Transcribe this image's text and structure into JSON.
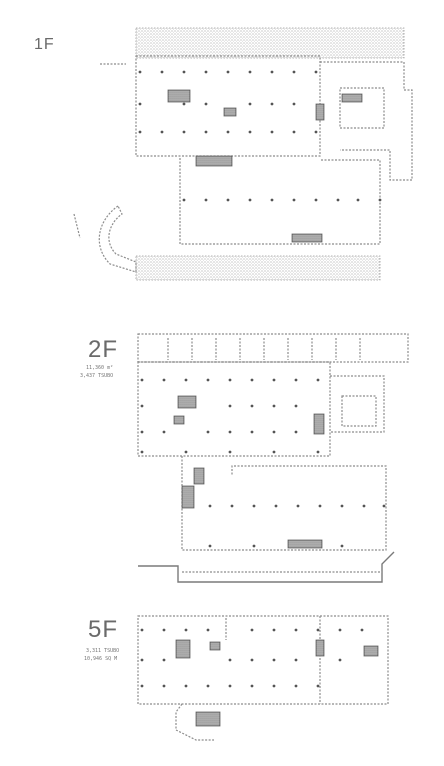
{
  "floors": [
    {
      "id": "1f",
      "label": "1F",
      "sub1": "",
      "sub2": ""
    },
    {
      "id": "2f",
      "label": "2F",
      "sub1": "11,360 m²",
      "sub2": "3,437 TSUBO"
    },
    {
      "id": "5f",
      "label": "5F",
      "sub1": "3,311 TSUBO",
      "sub2": "10,946 SQ M"
    }
  ],
  "colors": {
    "line": "#8c8c8c",
    "stipple": "#bdbdbd",
    "text": "#6a6a6a"
  }
}
